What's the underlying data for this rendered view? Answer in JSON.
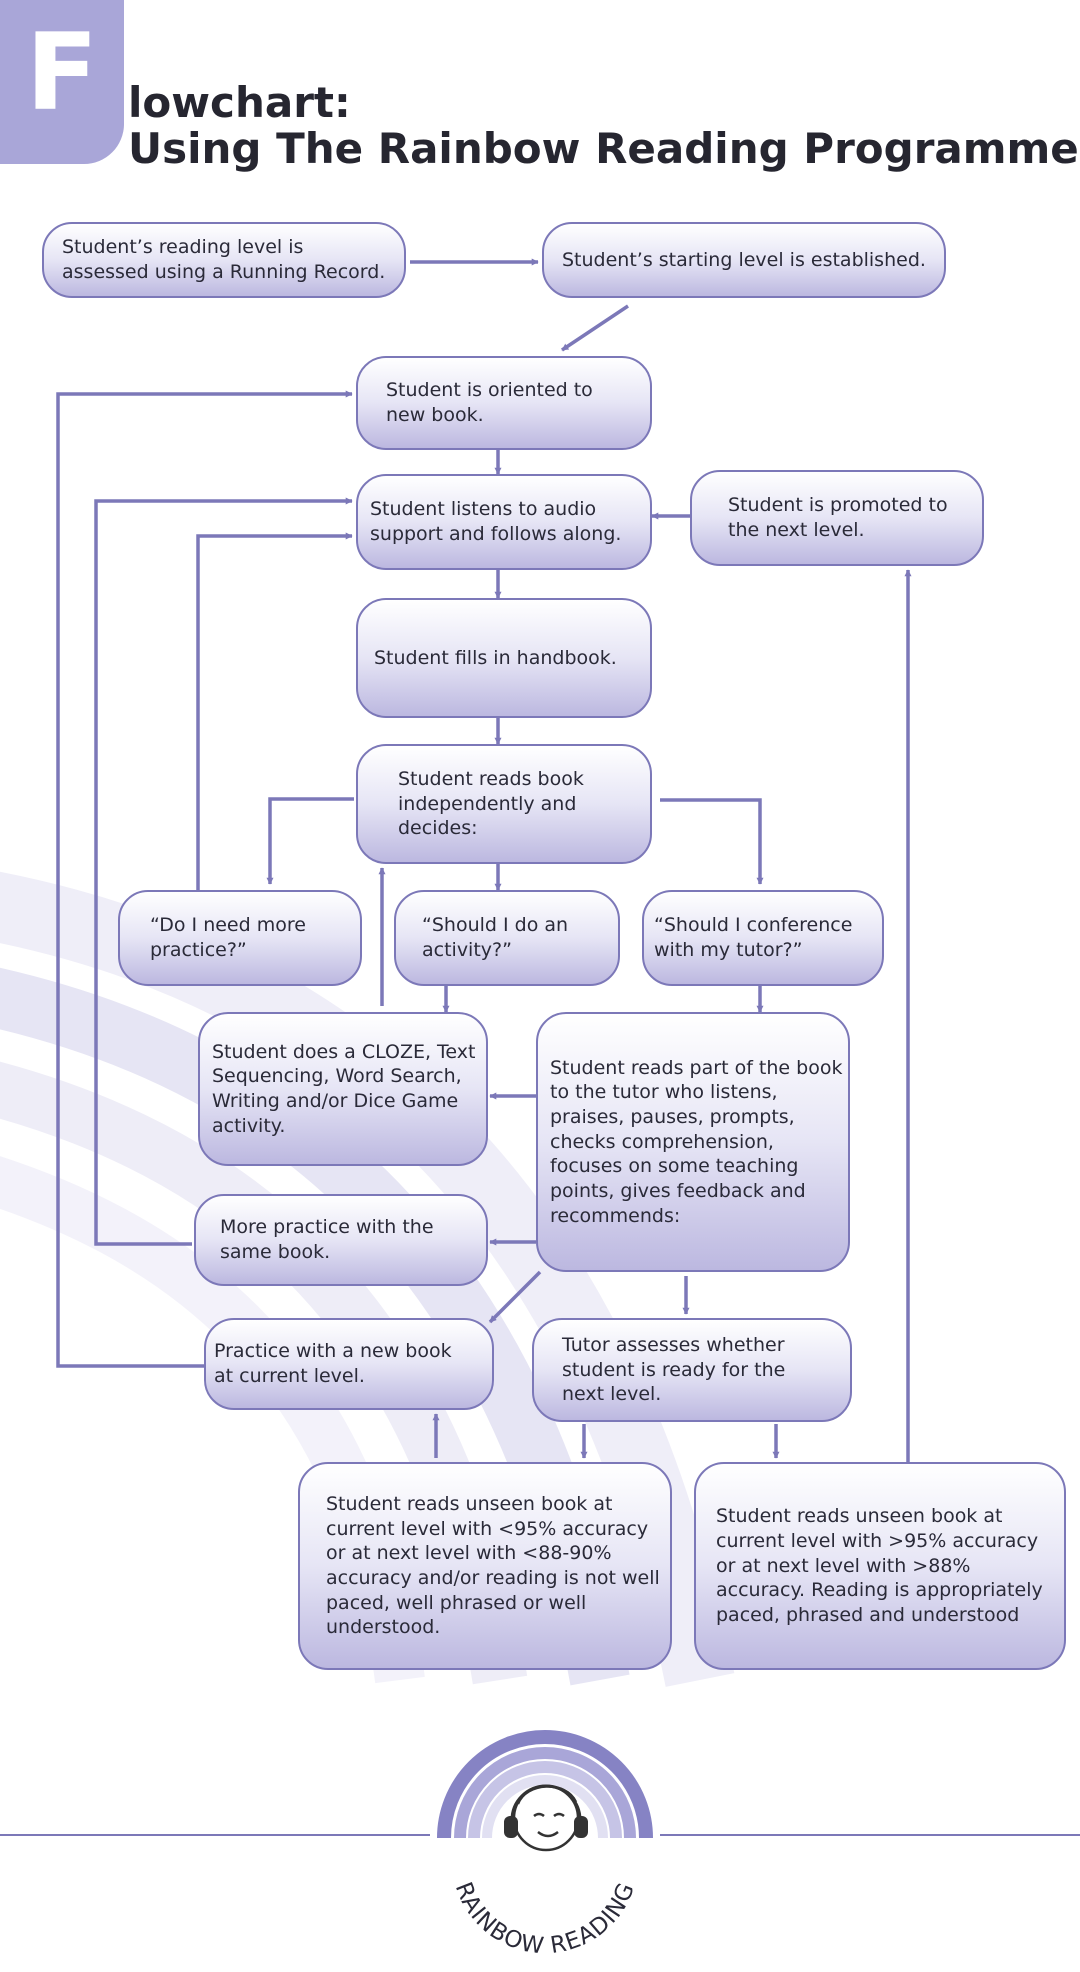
{
  "header": {
    "letter": "F",
    "line1": "lowchart:",
    "line2": "Using The Rainbow Reading Programme"
  },
  "nodes": {
    "assess": "Student’s reading level is assessed using a Running Record.",
    "starting_level": "Student’s starting level is established.",
    "oriented": "Student is oriented to new book.",
    "listens": "Student listens to audio support and follows along.",
    "promoted": "Student is promoted to the next level.",
    "handbook": "Student fills in handbook.",
    "reads_independently": "Student reads book independently and decides:",
    "more_practice_q": "“Do I need more practice?”",
    "activity_q": "“Should I do an activity?”",
    "conference_q": "“Should I conference with my tutor?”",
    "does_activity": "Student does a CLOZE, Text Sequencing, Word Search, Writing and/or Dice Game activity.",
    "reads_to_tutor": "Student reads part of the book to the tutor who listens, praises, pauses, prompts, checks comprehension, focuses on some teaching points, gives feedback and recommends:",
    "more_practice_same": "More practice with the same book.",
    "practice_new_book": "Practice with a new book at current level.",
    "tutor_assesses": "Tutor  assesses whether student is ready for the next level.",
    "below_level": "Student reads unseen book at current level with <95% accuracy or at next level with <88-90% accuracy and/or reading is not well paced, well phrased or well understood.",
    "above_level": "Student reads unseen book at current level with >95% accuracy or at next level with >88% accuracy. Reading is appropriately paced, phrased and understood"
  },
  "logo": {
    "text": "RAINBOW READING"
  },
  "colors": {
    "accent": "#7c78b8",
    "title_box": "#a9a6d8",
    "text": "#2a2a38"
  }
}
